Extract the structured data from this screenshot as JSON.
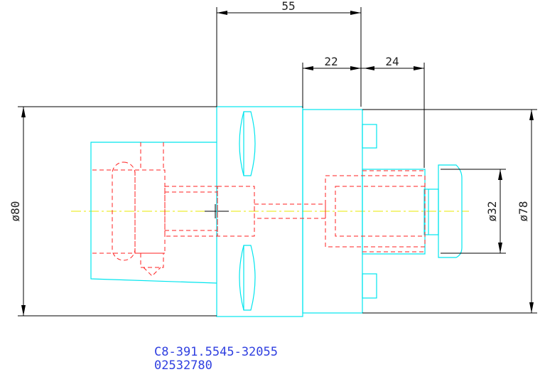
{
  "dimensions": {
    "d55": "55",
    "d22": "22",
    "d24": "24",
    "dia80": "ø80",
    "dia32": "ø32",
    "dia78": "ø78"
  },
  "part": {
    "line1": "C8-391.5545-32055",
    "line2": "02532780"
  },
  "colors": {
    "outline": "#00e5ee",
    "hidden": "#ff2020",
    "centerline": "#e8e800",
    "dimension": "#000000",
    "part_number": "#2f3fe0"
  }
}
